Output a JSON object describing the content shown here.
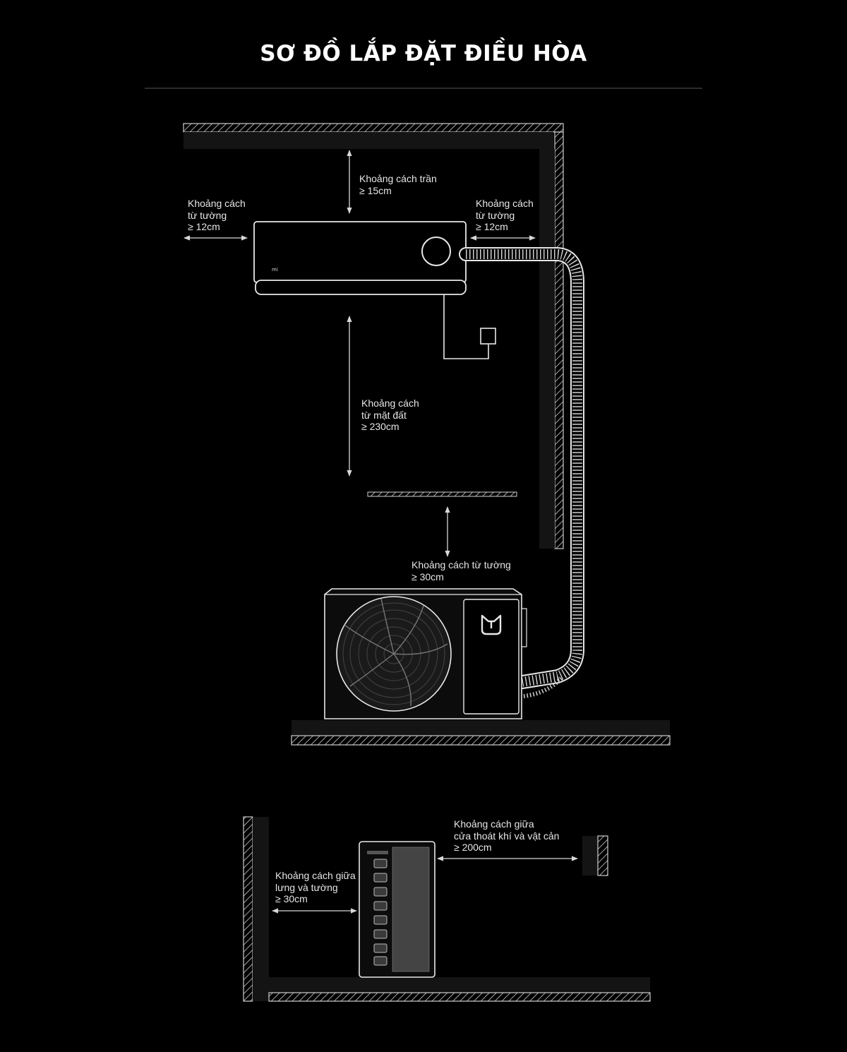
{
  "title": "SƠ ĐỒ LẮP ĐẶT ĐIỀU HÒA",
  "labels": {
    "ceiling": [
      "Khoảng cách trần",
      "≥ 15cm"
    ],
    "left_wall": [
      "Khoảng cách",
      "từ tường",
      "≥ 12cm"
    ],
    "right_wall": [
      "Khoảng cách",
      "từ tường",
      "≥ 12cm"
    ],
    "ground": [
      "Khoảng cách",
      "từ mặt đất",
      "≥ 230cm"
    ],
    "outdoor_wall": [
      "Khoảng cách từ tường",
      "≥ 30cm"
    ],
    "back_wall": [
      "Khoảng cách giữa",
      "lưng và tường",
      "≥ 30cm"
    ],
    "obstacle": [
      "Khoảng cách giữa",
      "cửa thoát khí và vật cản",
      "≥ 200cm"
    ]
  },
  "colors": {
    "background": "#000000",
    "line": "#ffffff",
    "text": "#e6e6e6"
  },
  "icons": [
    "mi-logo-icon",
    "mijia-logo-icon",
    "fan-icon",
    "power-outlet-icon"
  ]
}
